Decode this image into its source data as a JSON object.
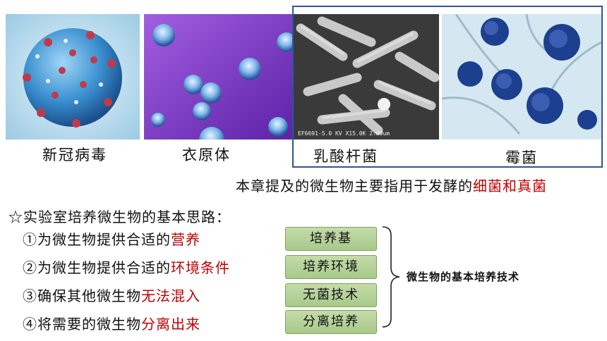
{
  "gallery": {
    "items": [
      {
        "caption": "新冠病毒"
      },
      {
        "caption": "衣原体"
      },
      {
        "caption": "乳酸杆菌"
      },
      {
        "caption": "霉菌"
      }
    ]
  },
  "subtitle": {
    "prefix": "本章提及的微生物主要指用于发酵的",
    "highlight": "细菌和真菌"
  },
  "heading": "☆实验室培养微生物的基本思路：",
  "steps": [
    {
      "prefix": "①为微生物提供合适的",
      "highlight": "营养"
    },
    {
      "prefix": "②为微生物提供合适的",
      "highlight": "环境条件"
    },
    {
      "prefix": "③确保其他微生物",
      "highlight": "无法混入"
    },
    {
      "prefix": "④将需要的微生物",
      "highlight": "分离出来"
    }
  ],
  "techniques": [
    "培养基",
    "培养环境",
    "无菌技术",
    "分离培养"
  ],
  "summary": "微生物的基本培养技术",
  "colors": {
    "highlight": "#c00000",
    "frame": "#2f5597",
    "box_fill": "#b5d29a"
  }
}
